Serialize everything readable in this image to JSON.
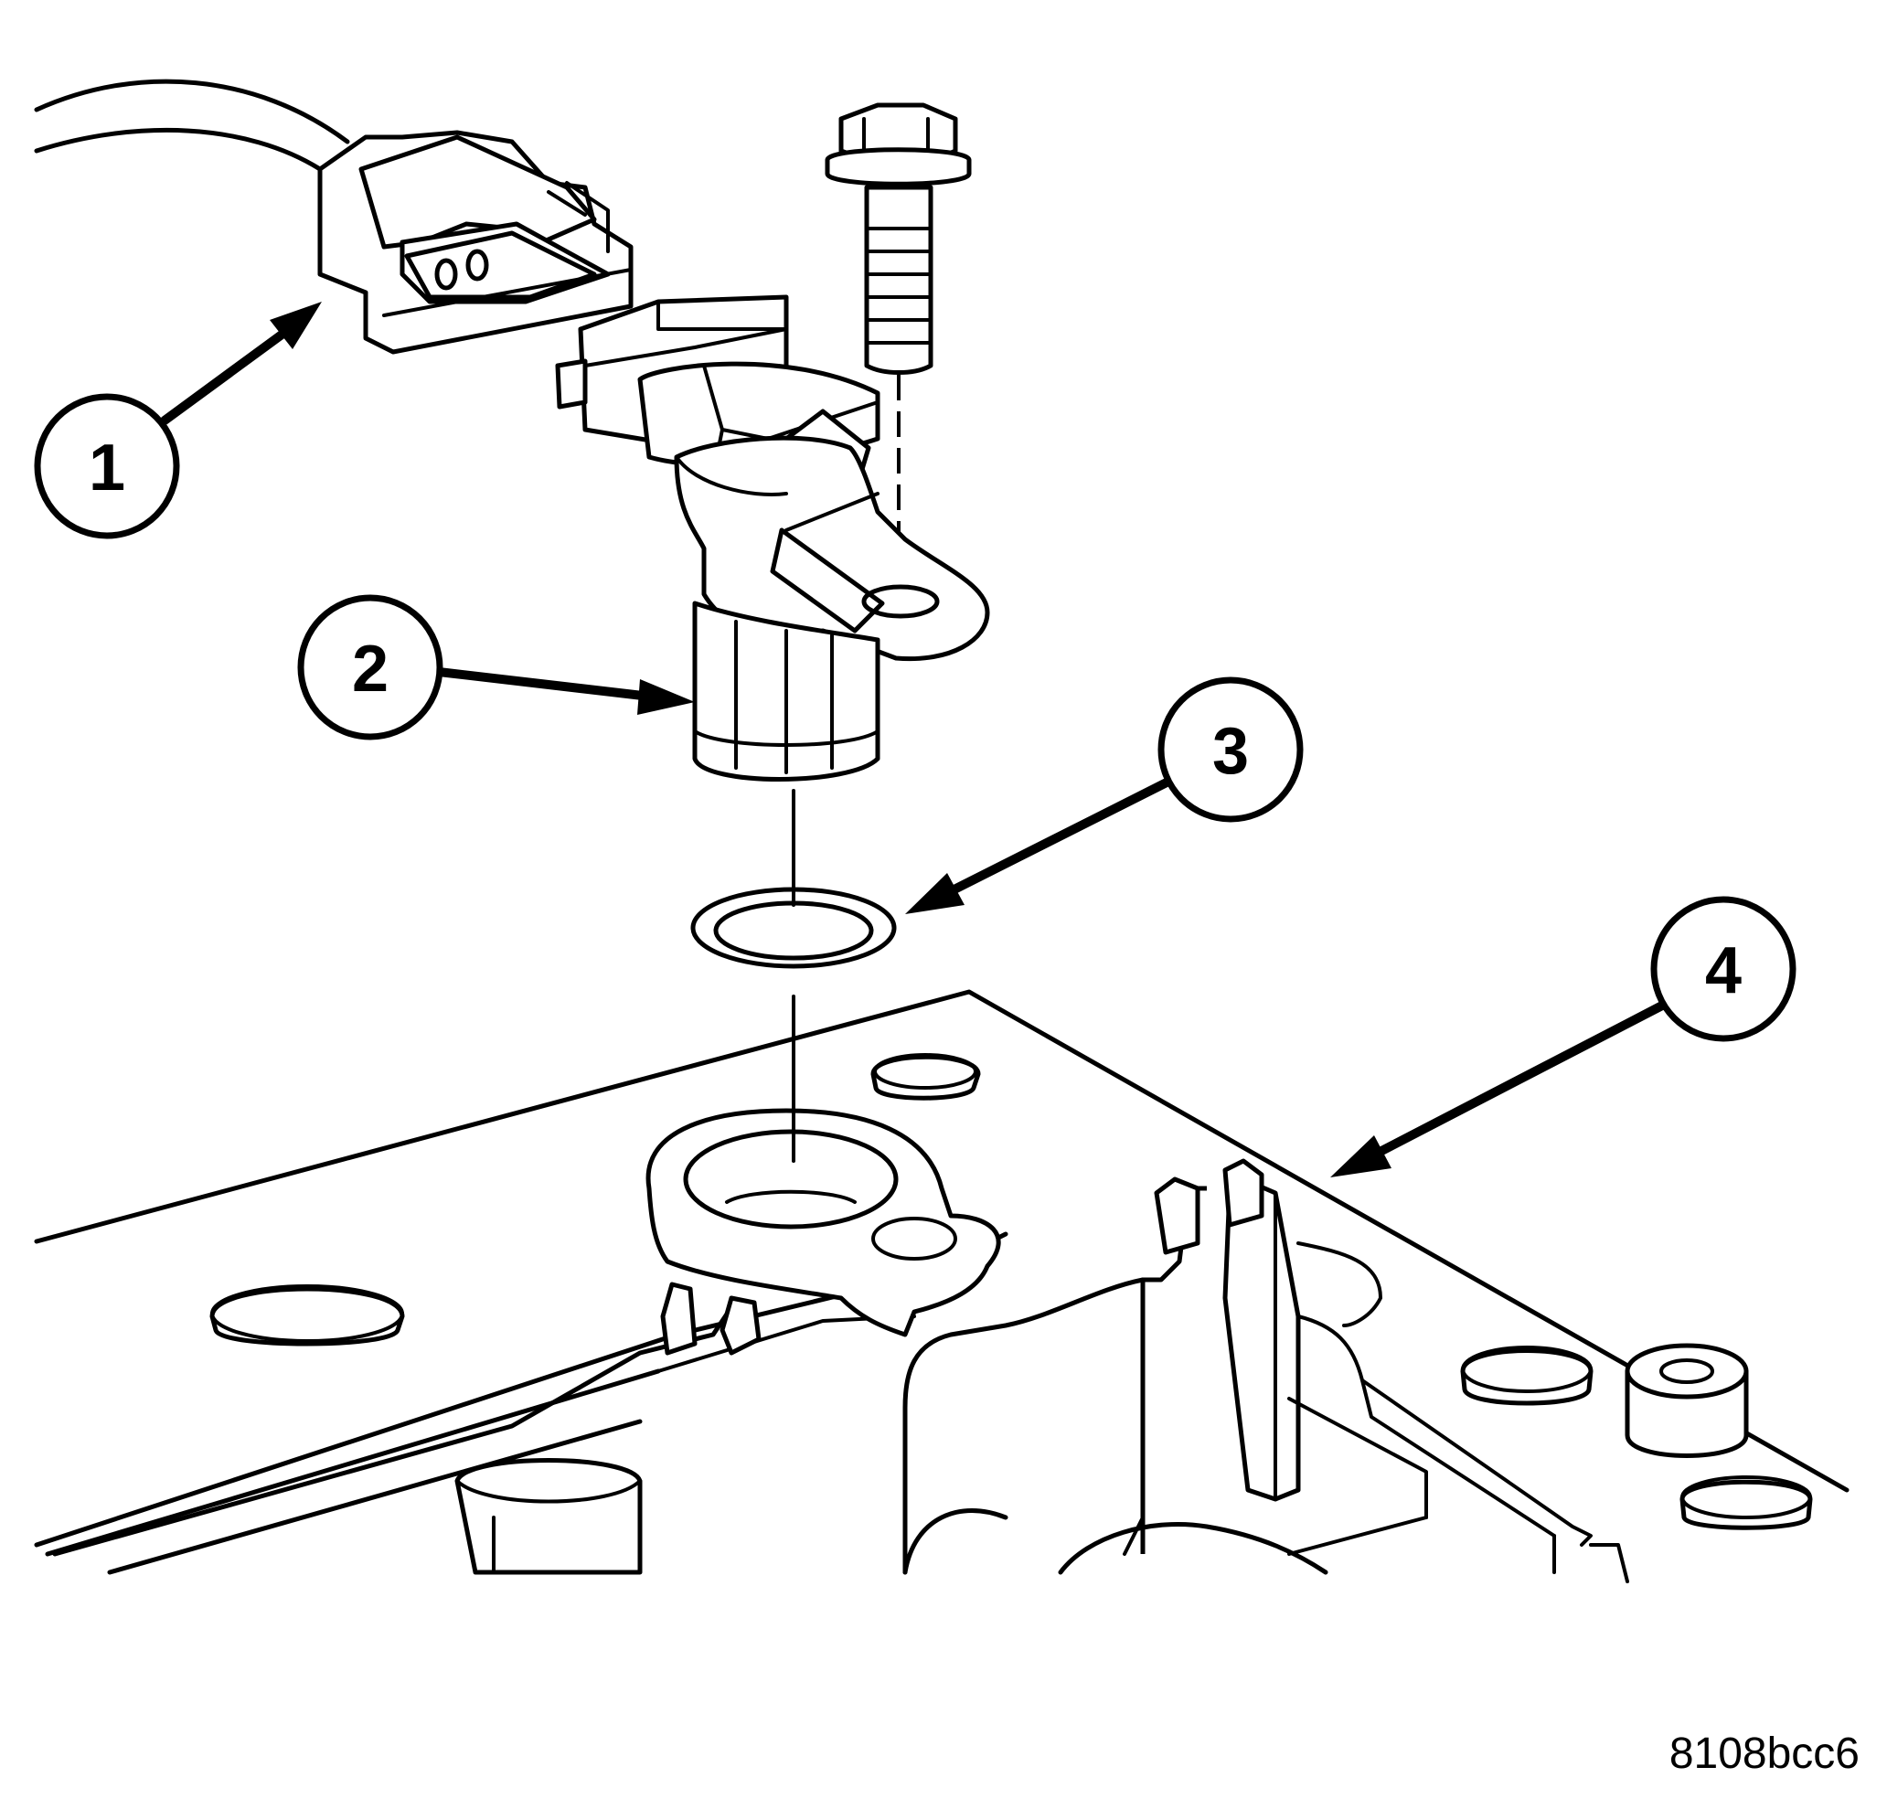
{
  "callouts": [
    {
      "number": "1"
    },
    {
      "number": "2"
    },
    {
      "number": "3"
    },
    {
      "number": "4"
    }
  ],
  "figure_id": "8108bcc6"
}
